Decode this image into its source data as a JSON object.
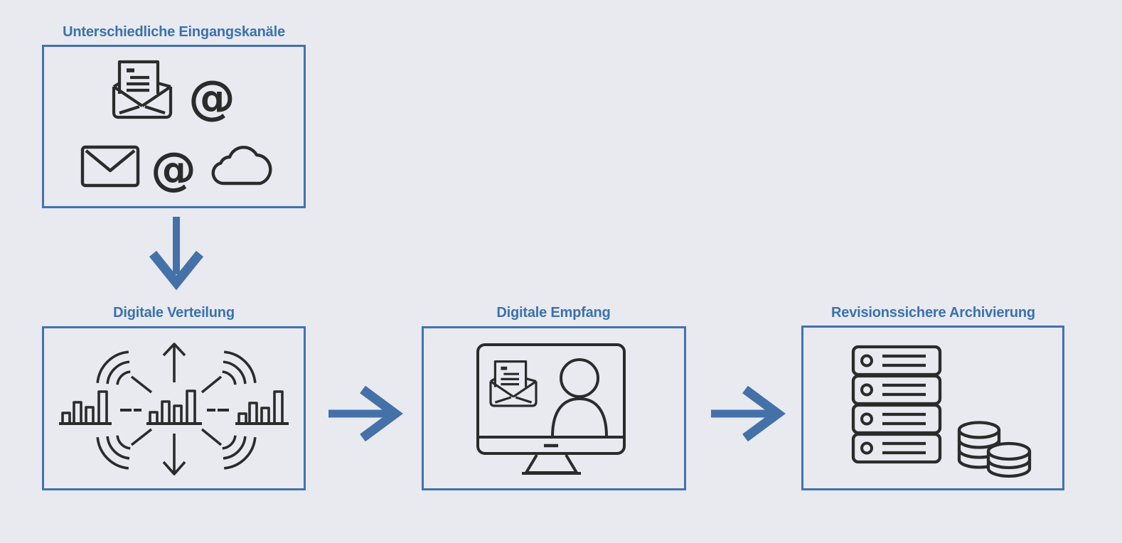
{
  "colors": {
    "background": "#e8eaf0",
    "border": "#4272ae",
    "title": "#3a71ad",
    "arrow": "#4471a8",
    "icon": "#2b2b2b"
  },
  "glyphs": {
    "at_sign": "@"
  },
  "stages": [
    {
      "title": "Unterschiedliche Eingangskanäle",
      "icons": [
        "open-envelope-letter",
        "at-sign",
        "closed-envelope",
        "at-sign",
        "cloud"
      ]
    },
    {
      "title": "Digitale Verteilung",
      "icons": [
        "broadcast-distribution"
      ]
    },
    {
      "title": "Digitale Empfang",
      "icons": [
        "monitor-with-mail-and-user"
      ]
    },
    {
      "title": "Revisionssichere Archivierung",
      "icons": [
        "server-stack",
        "coin-stacks"
      ]
    }
  ],
  "connections": [
    {
      "from": "Unterschiedliche Eingangskanäle",
      "to": "Digitale Verteilung",
      "direction": "down"
    },
    {
      "from": "Digitale Verteilung",
      "to": "Digitale Empfang",
      "direction": "right"
    },
    {
      "from": "Digitale Empfang",
      "to": "Revisionssichere Archivierung",
      "direction": "right"
    }
  ]
}
